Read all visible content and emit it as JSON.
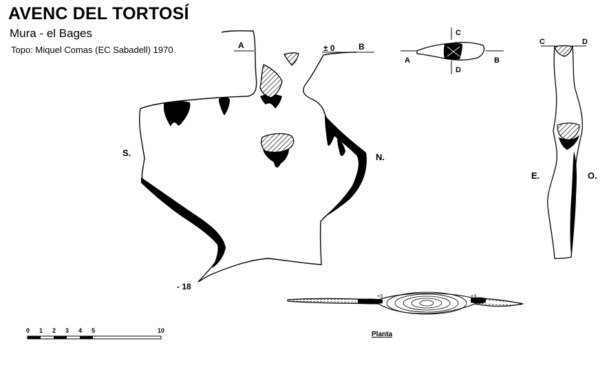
{
  "header": {
    "title": "AVENC DEL TORTOSÍ",
    "subtitle": "Mura - el Bages",
    "credit": "Topo: Miquel Comas  (EC Sabadell)  1970"
  },
  "section_labels": {
    "a": "A",
    "b": "B",
    "zero": "± 0",
    "south": "S.",
    "north": "N.",
    "depth": "- 18"
  },
  "cross_section": {
    "c": "C",
    "d": "D",
    "a": "A",
    "b": "B"
  },
  "longitudinal": {
    "c": "C",
    "d": "D",
    "east": "E.",
    "west": "O."
  },
  "plan": {
    "label": "Planta"
  },
  "scale": {
    "ticks": [
      "0",
      "1",
      "2",
      "3",
      "4",
      "5",
      "10"
    ]
  }
}
